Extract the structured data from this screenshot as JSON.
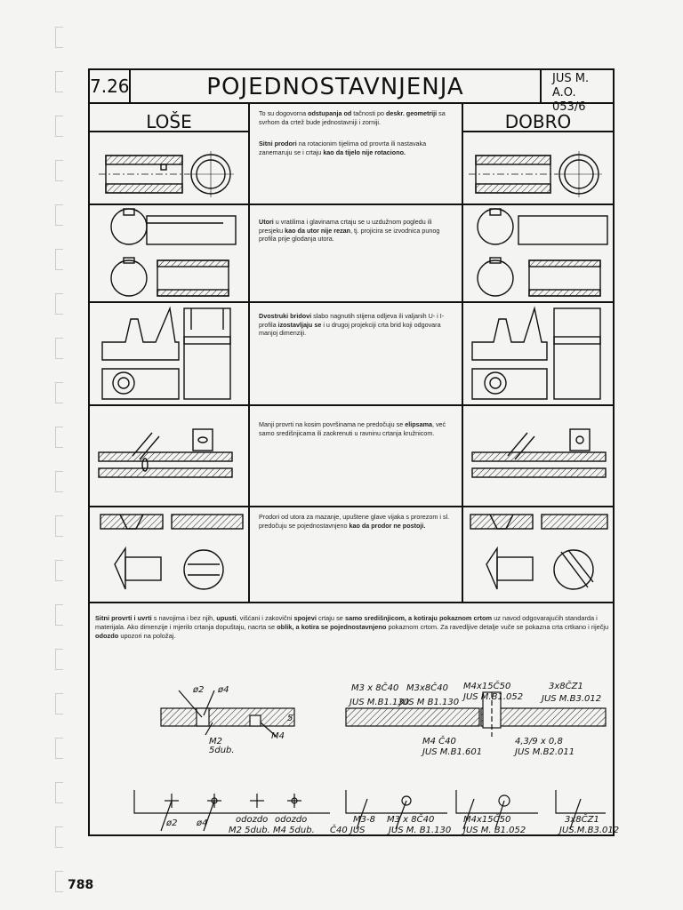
{
  "header": {
    "number": "7.26",
    "title": "POJEDNOSTAVNJENJA",
    "standard_line1": "JUS M.",
    "standard_line2": "A.O. 053/6"
  },
  "columns": {
    "left": "LOŠE",
    "right": "DOBRO"
  },
  "intro_pre": "To su dogovorna ",
  "intro_b1": "odstupanja od",
  "intro_mid": " tačnosti po ",
  "intro_b2": "deskr. geometriji",
  "intro_post": " sa svrhom da crtež bude jednostavniji i zorniji.",
  "rows": [
    {
      "b1": "Sitni prodori",
      "t1": " na rotacionim tijelima od provrta ili nastavaka zanemaruju se i crtaju ",
      "b2": "kao da tijelo nije rotaciono.",
      "t2": ""
    },
    {
      "b1": "Utori",
      "t1": " u vratilima i glavinama crtaju se u uzdužnom pogledu ili presjeku ",
      "b2": "kao da utor nije rezan",
      "t2": ", tj. projicira se izvodnica punog profila prije glodanja utora."
    },
    {
      "b1": "Dvostruki bridovi",
      "t1": " slabo nagnutih stijena odljeva ili valjanih U- i I-profila ",
      "b2": "izostavljaju se",
      "t2": " i u drugoj projekciji crta brid koji odgovara manjoj dimenziji."
    },
    {
      "b1": "",
      "t1": "Manji provrti na kosim površinama ne predočuju se ",
      "b2": "elipsama",
      "t2": ", već samo središnjicama ili zaokrenuti u ravninu crtanja kružnicom."
    },
    {
      "b1": "",
      "t1": "Prodori od utora za mazanje, upuštene glave vijaka s prorezom i sl. predočuju se pojednostavnjeno ",
      "b2": "kao da prodor ne postoji.",
      "t2": ""
    }
  ],
  "footnote": {
    "b1": "Sitni provrti i uvrti",
    "t1": " s navojima i bez njih, ",
    "b2": "upusti",
    "t2": ", višćani i zakovični ",
    "b3": "spojevi",
    "t3": " crtaju se ",
    "b4": "samo središnjicom, a kotiraju pokaznom crtom",
    "t4": " uz navod odgovarajućih standarda i materijala. Ako dimenzije i mjerilo crtanja dopuštaju, nacrta se ",
    "b5": "oblik, a kotira se pojednostavnjeno",
    "t5": " pokaznom crtom. Za ravedljive detalje vuče se pokazna crta crtkano i riječju ",
    "b6": "odozdo",
    "t6": " upozori na položaj."
  },
  "labels": {
    "phi2": "ø2",
    "phi4": "ø4",
    "m2": "M2",
    "five_dub": "5dub.",
    "m4": "M4",
    "five": "5",
    "m3_8c40_a": "M3 x 8Č40",
    "m3_8c40_b": "M3x8Č40",
    "jus_b1130_a": "JUS M.B1.130",
    "jus_b1130_b": "JUS M B1.130",
    "m4_15c50": "M4x15Č50",
    "jus_b1052": "JUS M.B1.052",
    "three_8cz1": "3x8ČZ1",
    "jus_b3012": "JUS M.B3.012",
    "m4c40": "M4 Č40",
    "jus_b1601": "JUS M.B1.601",
    "four_39": "4,3/9 x 0,8",
    "jus_b2011": "JUS M.B2.011",
    "b_phi2": "ø2",
    "b_phi4": "ø4",
    "odozdo1": "odozdo",
    "odozdo2": "odozdo",
    "m2_5dub": "M2  5dub.",
    "m4_5dub": "M4 5dub.",
    "m3_8": "M3-8",
    "c40_jus": "Č40 JUS",
    "m_b1130": "M. B1.130",
    "m3x8c40": "M3 x 8Č40",
    "jus_m_b1130": "JUS M. B1.130",
    "m4x15c50": "M4x15Č50",
    "jus_m_b1052": "JUS M. B1.052",
    "m4c40_jus": "M4Č40 JUS M.B1.601",
    "four_39_jus": "4,3/9x0,8 JUS M.B2.011",
    "b_3x8cz1": "3x8ČZ1",
    "b_jus_b3012": "JUS.M.B3.012"
  },
  "page_number": "788"
}
